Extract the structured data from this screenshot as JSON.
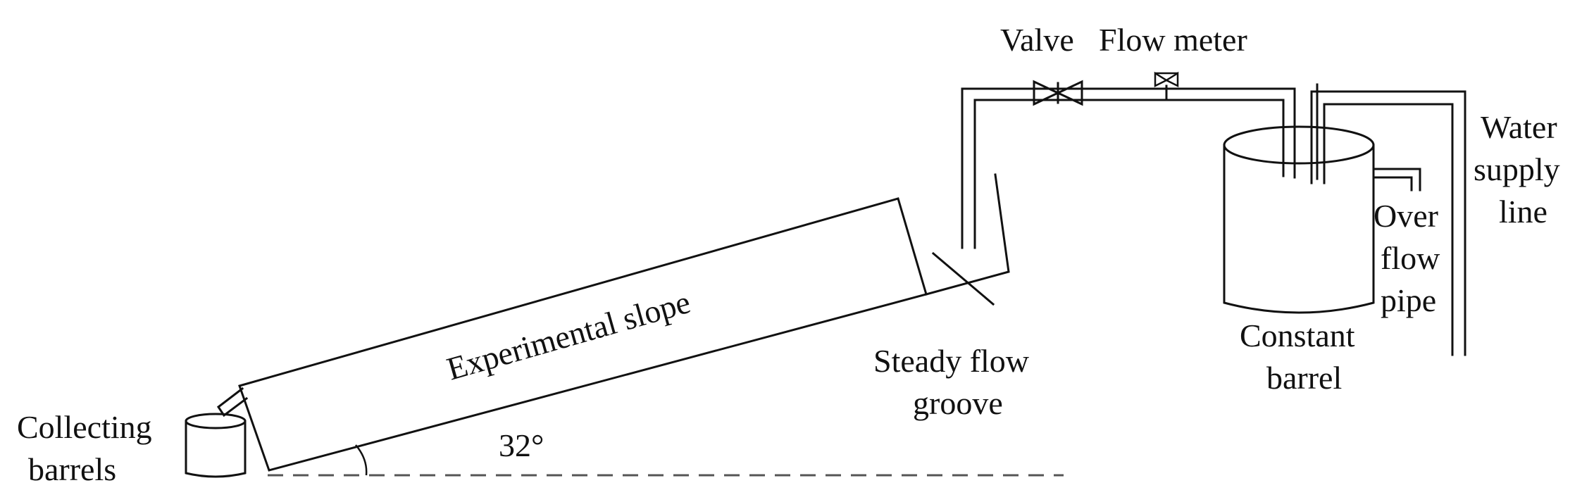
{
  "labels": {
    "valve": "Valve",
    "flow_meter": "Flow meter",
    "water_supply_line": [
      "Water",
      "supply",
      "line"
    ],
    "overflow_pipe": [
      "Over",
      "flow",
      "pipe"
    ],
    "constant_barrel": [
      "Constant",
      "barrel"
    ],
    "steady_flow_groove": [
      "Steady flow",
      "groove"
    ],
    "experimental_slope": "Experimental slope",
    "collecting_barrels": [
      "Collecting",
      "barrels"
    ],
    "angle": "32°"
  }
}
